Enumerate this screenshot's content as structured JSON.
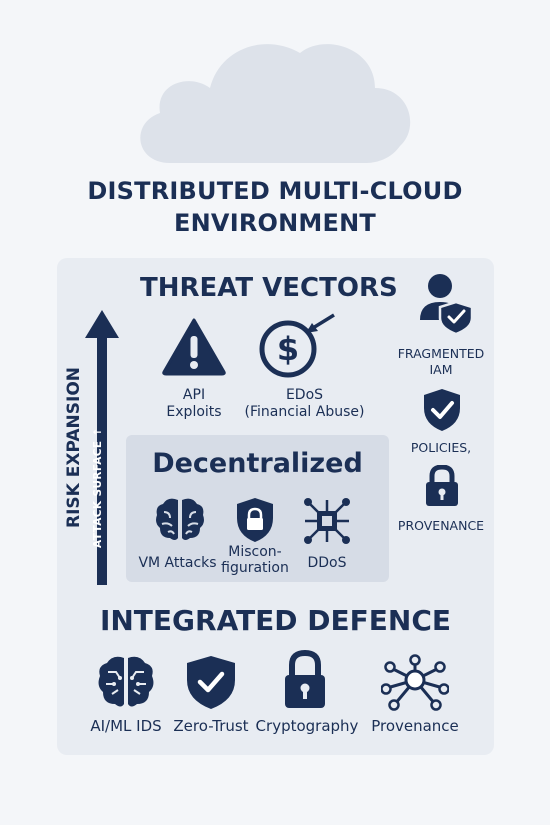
{
  "title": {
    "line1": "DISTRIBUTED MULTI-CLOUD",
    "line2": "ENVIRONMENT"
  },
  "threat_vectors": {
    "heading": "THREAT VECTORS",
    "items": [
      {
        "icon": "warning-icon",
        "line1": "API",
        "line2": "Exploits"
      },
      {
        "icon": "dollar-target-icon",
        "line1": "EDoS",
        "line2": "(Financial Abuse)"
      }
    ]
  },
  "side_column": {
    "items": [
      {
        "icon": "user-shield-icon",
        "line1": "FRAGMENTED",
        "line2": "IAM"
      },
      {
        "icon": "shield-check-icon",
        "line1": "POLICIES,",
        "line2": ""
      },
      {
        "icon": "padlock-icon",
        "line1": "PROVENANCE",
        "line2": ""
      }
    ]
  },
  "risk_axis": {
    "label": "RISK EXPANSION",
    "sublabel": "ATTACK SURFACE ↑"
  },
  "decentralized": {
    "heading": "Decentralized",
    "items": [
      {
        "icon": "brain-icon",
        "line1": "VM Attacks",
        "line2": ""
      },
      {
        "icon": "shield-lock-icon",
        "line1": "Miscon-",
        "line2": "figuration"
      },
      {
        "icon": "chip-network-icon",
        "line1": "DDoS",
        "line2": ""
      }
    ]
  },
  "integrated_defence": {
    "heading": "INTEGRATED DEFENCE",
    "items": [
      {
        "icon": "brain-circuit-icon",
        "label": "AI/ML IDS"
      },
      {
        "icon": "shield-check-icon",
        "label": "Zero-Trust"
      },
      {
        "icon": "padlock-icon",
        "label": "Cryptography"
      },
      {
        "icon": "network-hub-icon",
        "label": "Provenance"
      }
    ]
  },
  "colors": {
    "navy": "#1b2f55",
    "panel": "#e8ecf2",
    "inner_panel": "#d6dce6",
    "cloud": "#dde2ea",
    "background": "#f4f6f9"
  }
}
